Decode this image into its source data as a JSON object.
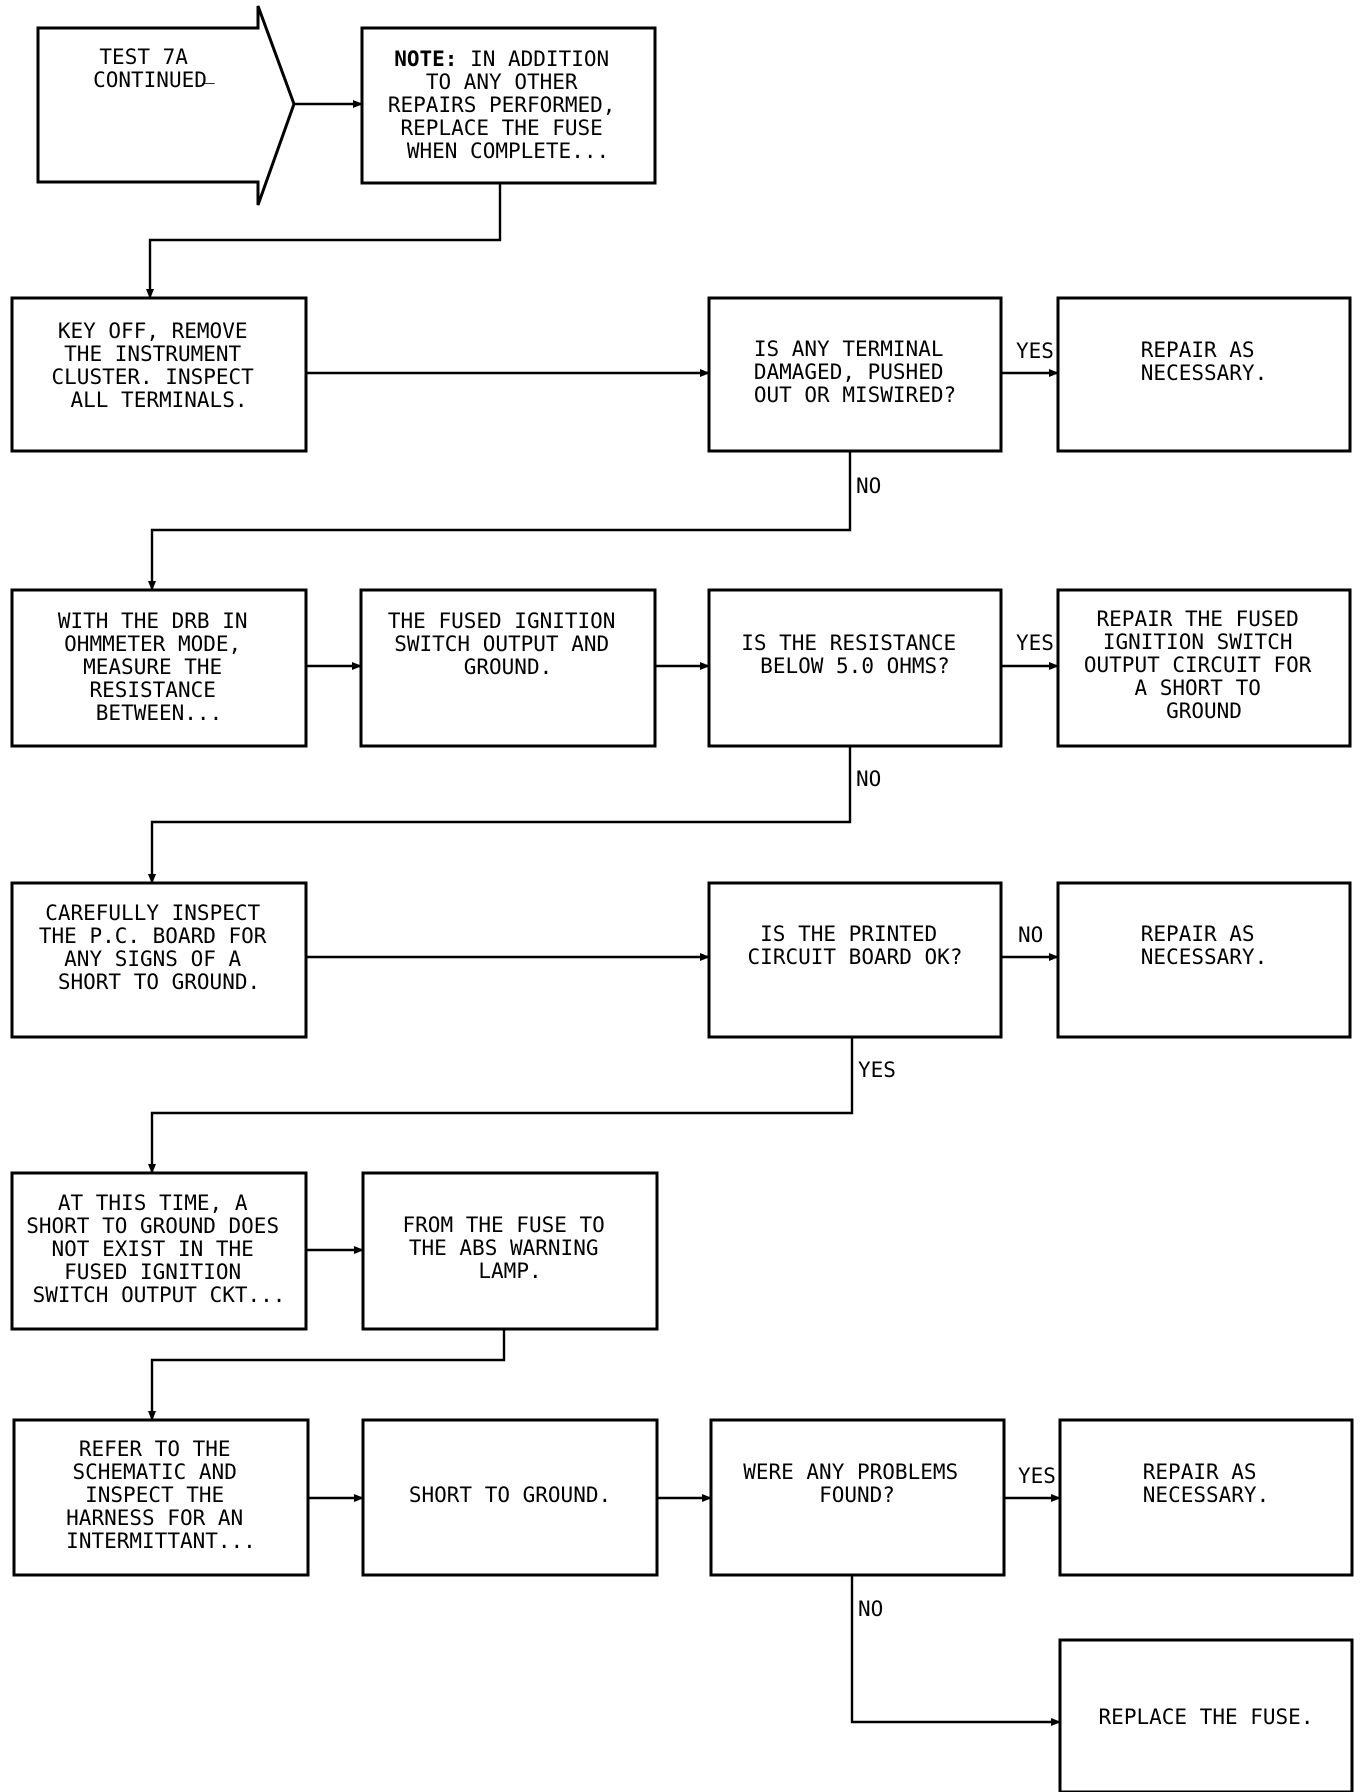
{
  "start": {
    "lines": [
      "TEST 7A",
      "CONTINUED"
    ],
    "underscore": "_"
  },
  "note": {
    "label": "NOTE:",
    "lines": [
      "IN ADDITION",
      "TO ANY OTHER",
      "REPAIRS PERFORMED,",
      "REPLACE THE FUSE",
      "WHEN COMPLETE..."
    ]
  },
  "steps": {
    "key_off": [
      "KEY OFF, REMOVE",
      "THE INSTRUMENT",
      "CLUSTER. INSPECT",
      "ALL TERMINALS."
    ],
    "terminal_question": [
      "IS ANY TERMINAL",
      "DAMAGED, PUSHED",
      "OUT OR MISWIRED?"
    ],
    "repair_1": [
      "REPAIR AS",
      "NECESSARY."
    ],
    "drb_ohmmeter": [
      "WITH THE DRB IN",
      "OHMMETER MODE,",
      "MEASURE THE",
      "RESISTANCE",
      "BETWEEN..."
    ],
    "fused_ignition": [
      "THE FUSED IGNITION",
      "SWITCH OUTPUT AND",
      "GROUND."
    ],
    "resistance_question": [
      "IS THE RESISTANCE",
      "BELOW 5.0 OHMS?"
    ],
    "repair_fused": [
      "REPAIR THE FUSED",
      "IGNITION SWITCH",
      "OUTPUT CIRCUIT FOR",
      "A SHORT TO",
      "GROUND"
    ],
    "inspect_pc": [
      "CAREFULLY INSPECT",
      "THE P.C. BOARD FOR",
      "ANY SIGNS OF A",
      "SHORT TO GROUND."
    ],
    "pcb_question": [
      "IS THE PRINTED",
      "CIRCUIT BOARD OK?"
    ],
    "repair_2": [
      "REPAIR AS",
      "NECESSARY."
    ],
    "no_short": [
      "AT THIS TIME, A",
      "SHORT TO GROUND DOES",
      "NOT EXIST IN THE",
      "FUSED IGNITION",
      "SWITCH OUTPUT CKT..."
    ],
    "fuse_to_lamp": [
      "FROM THE FUSE TO",
      "THE ABS WARNING",
      "LAMP."
    ],
    "refer_schematic": [
      "REFER TO THE",
      "SCHEMATIC AND",
      "INSPECT THE",
      "HARNESS FOR AN",
      "INTERMITTANT..."
    ],
    "short_ground": [
      "SHORT TO GROUND."
    ],
    "problems_question": [
      "WERE ANY PROBLEMS",
      "FOUND?"
    ],
    "repair_3": [
      "REPAIR AS",
      "NECESSARY."
    ],
    "replace_fuse": [
      "REPLACE THE FUSE."
    ]
  },
  "labels": {
    "yes_1": "YES",
    "no_1": "NO",
    "yes_2": "YES",
    "no_2": "NO",
    "no_3": "NO",
    "yes_3": "YES",
    "yes_4": "YES",
    "no_4": "NO"
  }
}
